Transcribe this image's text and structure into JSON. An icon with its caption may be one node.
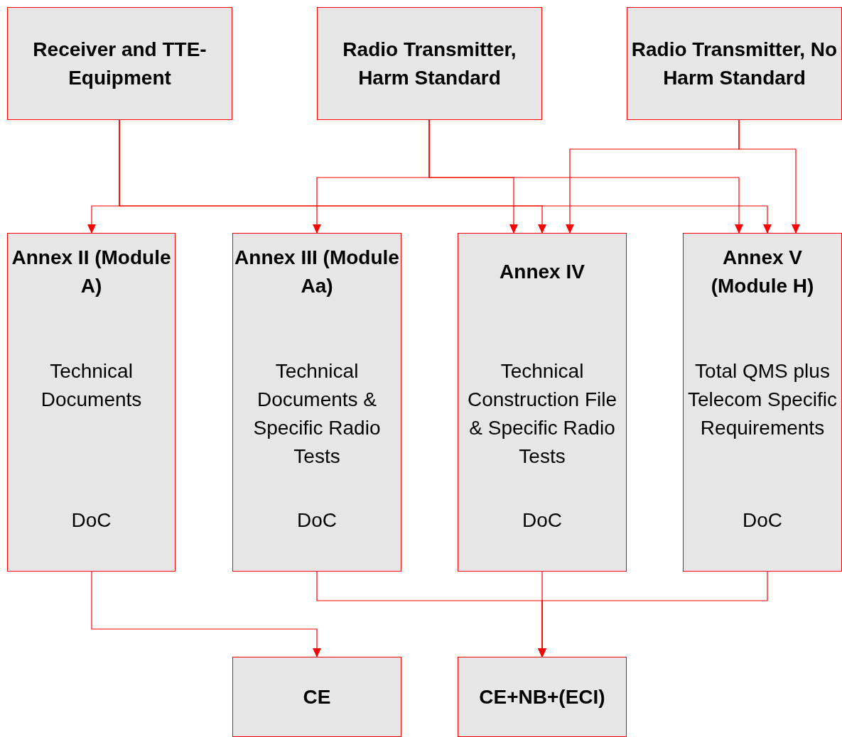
{
  "diagram": {
    "nodes": [
      {
        "text": [
          "Receiver and TTE-Equipment"
        ]
      },
      {
        "text": [
          "Radio Transmitter, Harm  Standard"
        ]
      },
      {
        "text": [
          "Radio Transmitter, No Harm Standard"
        ]
      },
      {
        "text": [
          "Annex II (Module A)",
          "Technical Documents",
          "DoC"
        ]
      },
      {
        "text": [
          "Annex III (Module Aa)",
          "Technical Documents & Specific Radio Tests",
          "DoC"
        ]
      },
      {
        "text": [
          "Annex IV",
          "Technical Construction File & Specific Radio Tests",
          "DoC"
        ]
      },
      {
        "text": [
          "Annex V (Module H)",
          "Total QMS plus Telecom Specific Requirements",
          "DoC"
        ]
      },
      {
        "text": [
          "CE"
        ]
      },
      {
        "text": [
          "CE+NB+(ECI)"
        ]
      }
    ],
    "edges": [
      {
        "from": 0,
        "to": 3,
        "arrow": "to"
      },
      {
        "from": 0,
        "to": 5,
        "arrow": "to"
      },
      {
        "from": 0,
        "to": 6,
        "arrow": "to"
      },
      {
        "from": 1,
        "to": 4,
        "arrow": "to"
      },
      {
        "from": 1,
        "to": 5,
        "arrow": "to"
      },
      {
        "from": 1,
        "to": 6,
        "arrow": "to"
      },
      {
        "from": 2,
        "to": 5,
        "arrow": "to"
      },
      {
        "from": 2,
        "to": 6,
        "arrow": "to"
      },
      {
        "from": 3,
        "to": 7,
        "arrow": "to"
      },
      {
        "from": 4,
        "to": 8,
        "arrow": "to"
      },
      {
        "from": 5,
        "to": 8,
        "arrow": "to"
      },
      {
        "from": 6,
        "to": 8,
        "arrow": "to"
      }
    ]
  }
}
